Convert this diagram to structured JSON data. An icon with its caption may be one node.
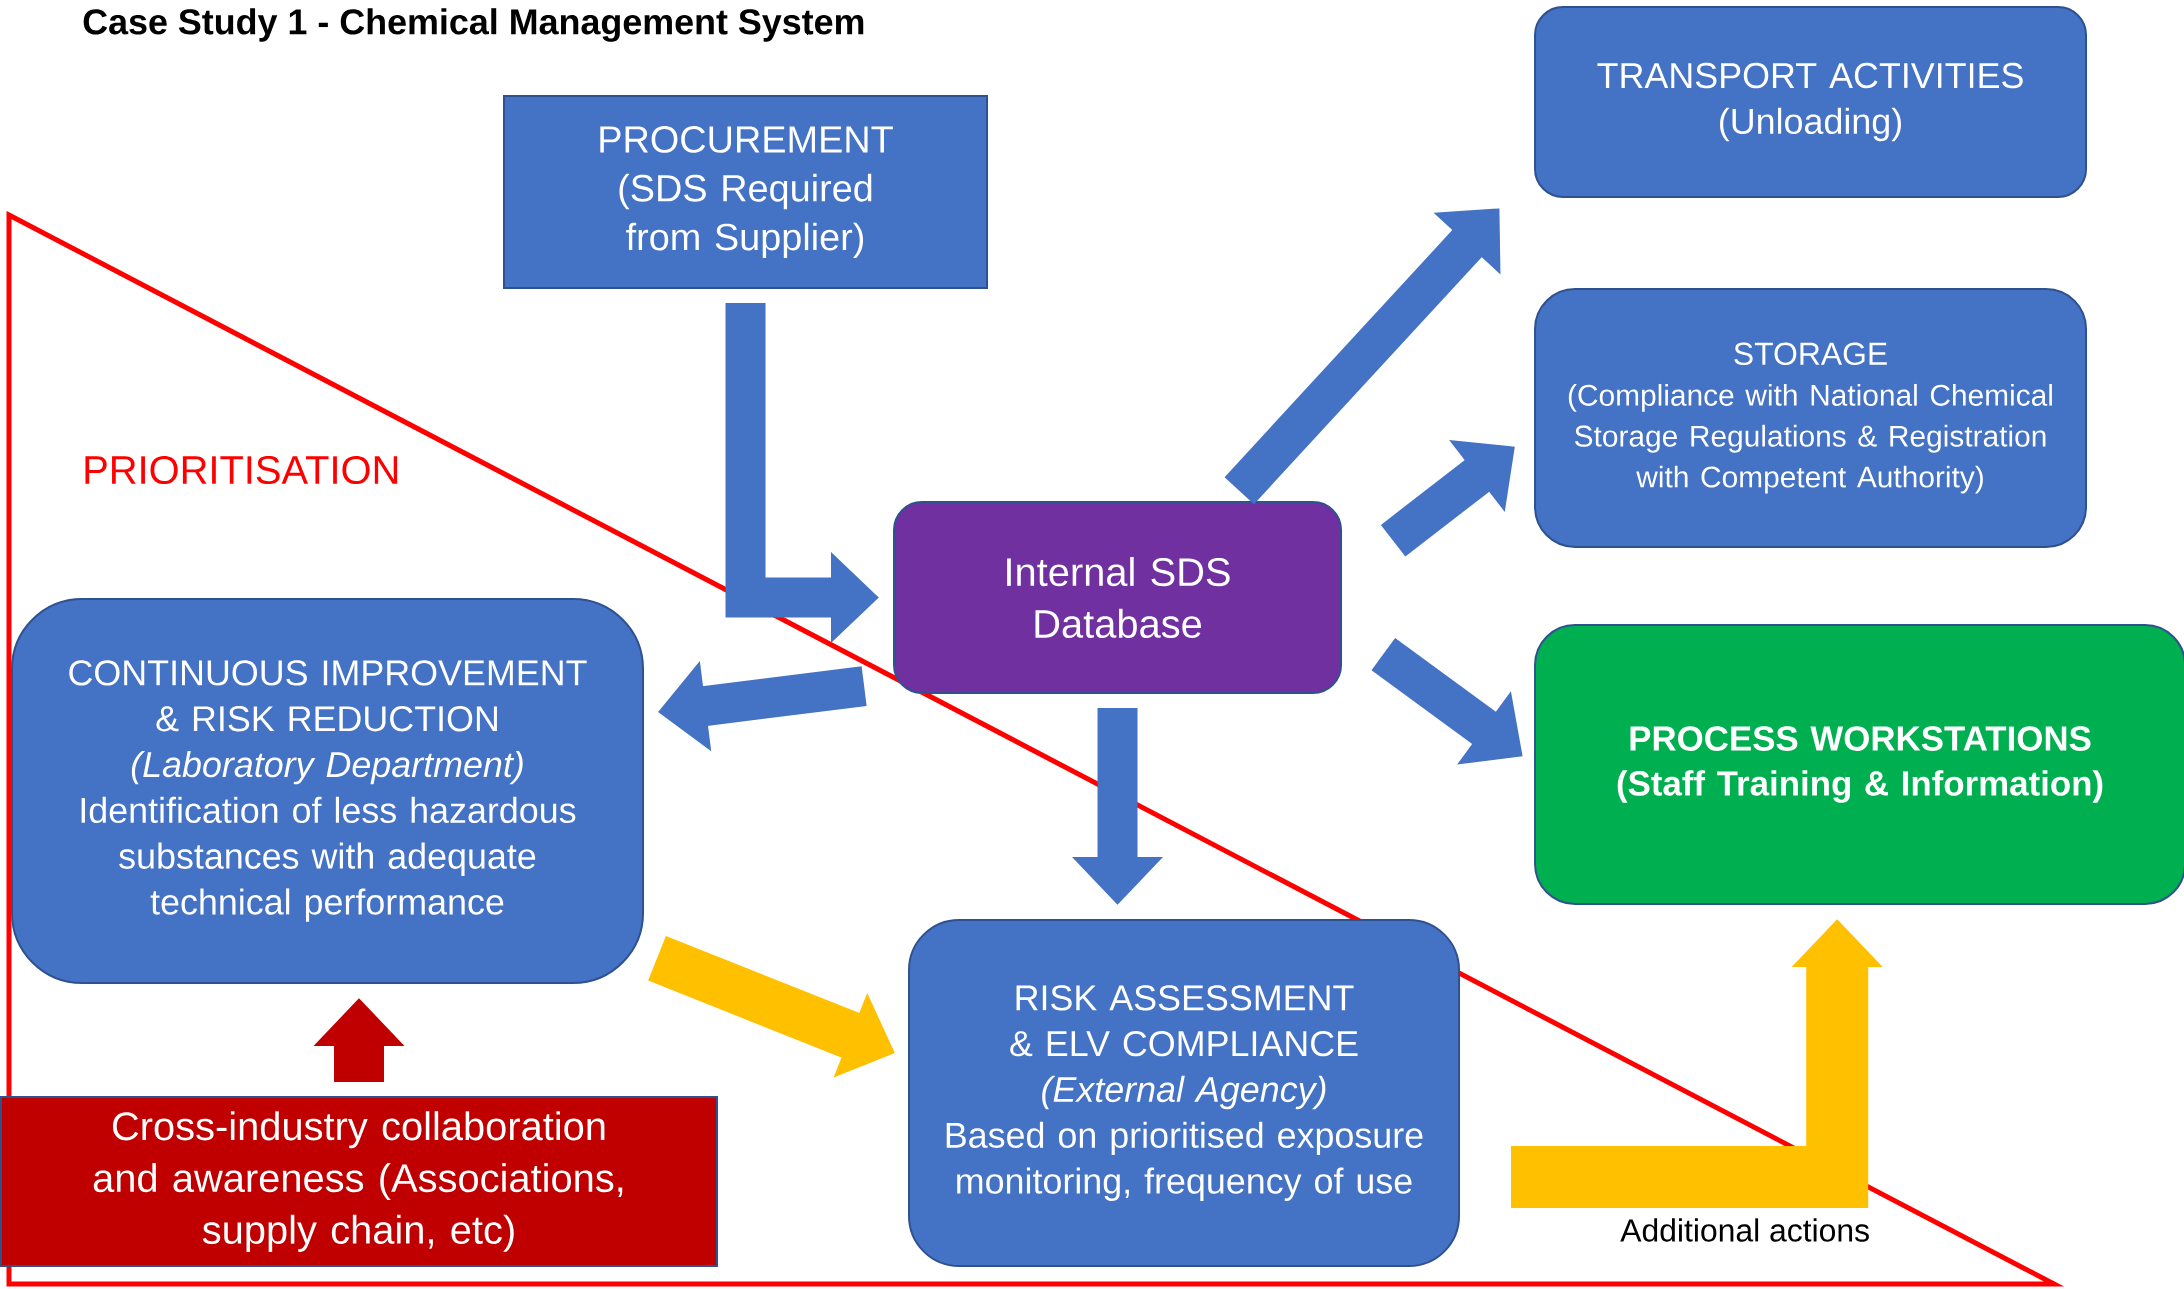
{
  "diagram": {
    "title": "Case Study 1 - Chemical Management System",
    "nodes": [
      {
        "text": [
          "PROCUREMENT",
          "(SDS Required from Supplier)"
        ]
      },
      {
        "text": [
          "TRANSPORT ACTIVITIES",
          "(Unloading)"
        ]
      },
      {
        "text": [
          "STORAGE",
          "(Compliance with National Chemical Storage Regulations & Registration with Competent Authority)"
        ]
      },
      {
        "text": [
          "Internal SDS Database"
        ]
      },
      {
        "text": [
          "CONTINUOUS IMPROVEMENT & RISK REDUCTION",
          "(Laboratory Department)",
          "Identification of less hazardous substances with adequate technical performance"
        ]
      },
      {
        "text": [
          "PROCESS WORKSTATIONS",
          "(Staff Training & Information)"
        ]
      },
      {
        "text": [
          "RISK ASSESSMENT & ELV COMPLIANCE",
          "(External Agency)",
          "Based on prioritised exposure monitoring, frequency of use"
        ]
      },
      {
        "text": [
          "Cross-industry collaboration and awareness (Associations, supply chain, etc)"
        ]
      }
    ],
    "edges": [
      {
        "from": 0,
        "to": 3,
        "arrow": "to"
      },
      {
        "from": 3,
        "to": 1,
        "arrow": "to"
      },
      {
        "from": 3,
        "to": 2,
        "arrow": "to"
      },
      {
        "from": 3,
        "to": 5,
        "arrow": "to"
      },
      {
        "from": 3,
        "to": 4,
        "arrow": "to"
      },
      {
        "from": 3,
        "to": 6,
        "arrow": "to"
      },
      {
        "from": 4,
        "to": 6,
        "arrow": "to",
        "color": "#ffc000"
      },
      {
        "from": 7,
        "to": 4,
        "arrow": "to",
        "color": "#c00000"
      },
      {
        "from": null,
        "to": 5,
        "arrow": "to",
        "color": "#ffc000"
      }
    ],
    "labels": [
      "PRIORITISATION",
      "Additional actions"
    ]
  }
}
